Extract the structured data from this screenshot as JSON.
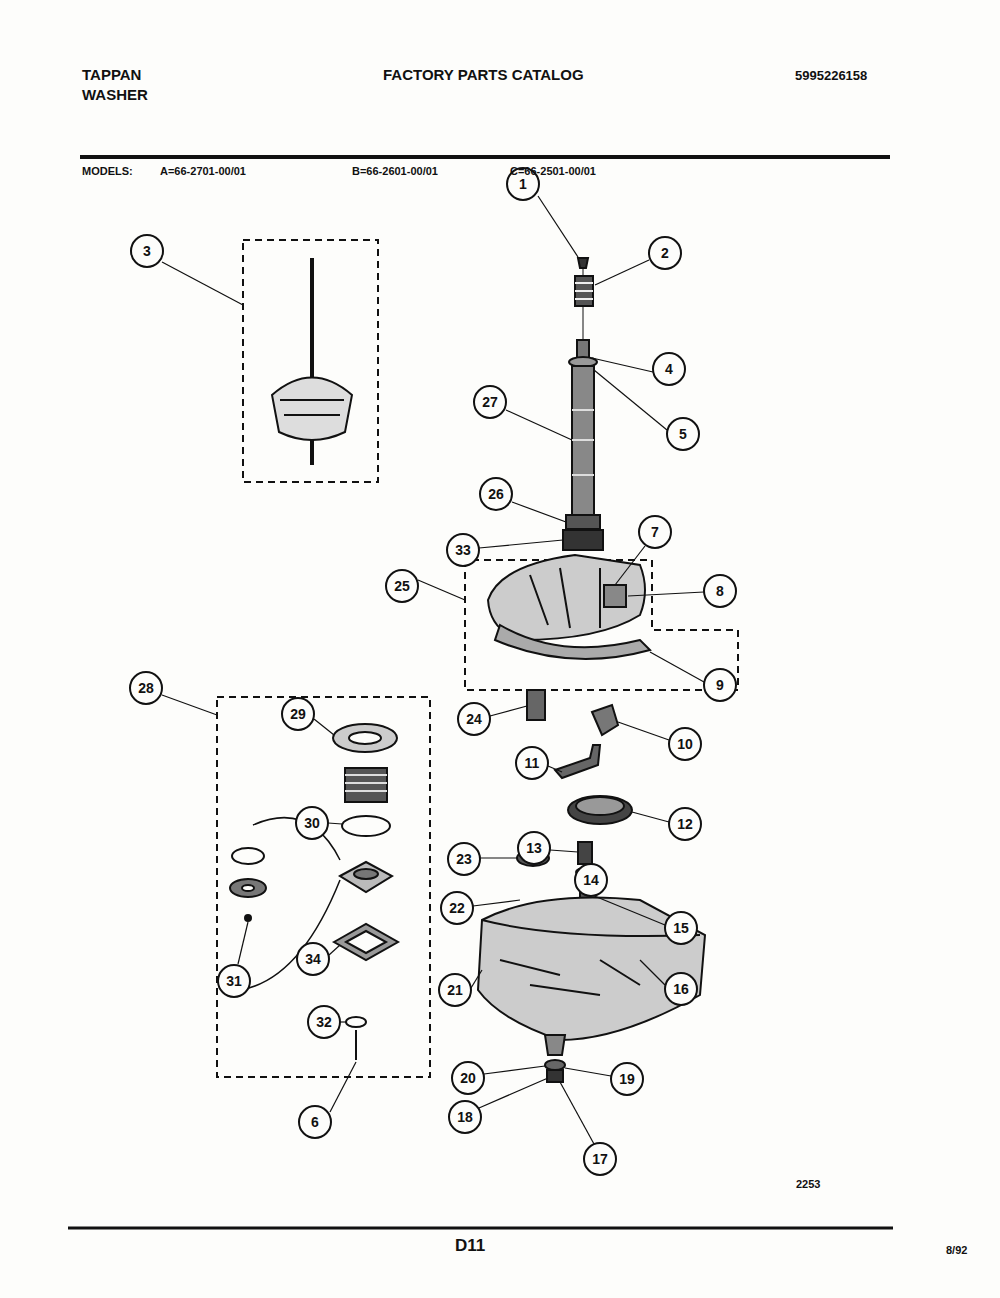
{
  "diagram": {
    "title": "FACTORY PARTS CATALOG",
    "nodes": [
      {
        "text": [
          "1"
        ]
      },
      {
        "text": [
          "3"
        ]
      },
      {
        "text": [
          "2"
        ]
      },
      {
        "text": [
          "4"
        ]
      },
      {
        "text": [
          "27"
        ]
      },
      {
        "text": [
          "5"
        ]
      },
      {
        "text": [
          "26"
        ]
      },
      {
        "text": [
          "7"
        ]
      },
      {
        "text": [
          "33"
        ]
      },
      {
        "text": [
          "25"
        ]
      },
      {
        "text": [
          "8"
        ]
      },
      {
        "text": [
          "28"
        ]
      },
      {
        "text": [
          "9"
        ]
      },
      {
        "text": [
          "29"
        ]
      },
      {
        "text": [
          "24"
        ]
      },
      {
        "text": [
          "10"
        ]
      },
      {
        "text": [
          "11"
        ]
      },
      {
        "text": [
          "30"
        ]
      },
      {
        "text": [
          "12"
        ]
      },
      {
        "text": [
          "13"
        ]
      },
      {
        "text": [
          "23"
        ]
      },
      {
        "text": [
          "14"
        ]
      },
      {
        "text": [
          "22"
        ]
      },
      {
        "text": [
          "15"
        ]
      },
      {
        "text": [
          "34"
        ]
      },
      {
        "text": [
          "31"
        ]
      },
      {
        "text": [
          "21"
        ]
      },
      {
        "text": [
          "16"
        ]
      },
      {
        "text": [
          "32"
        ]
      },
      {
        "text": [
          "20"
        ]
      },
      {
        "text": [
          "19"
        ]
      },
      {
        "text": [
          "18"
        ]
      },
      {
        "text": [
          "6"
        ]
      },
      {
        "text": [
          "17"
        ]
      }
    ],
    "labels": [
      "TAPPAN",
      "WASHER",
      "5995226158",
      "MODELS:",
      "A=66-2701-00/01",
      "B=66-2601-00/01",
      "C=66-2501-00/01",
      "2253",
      "D11",
      "8/92"
    ]
  }
}
